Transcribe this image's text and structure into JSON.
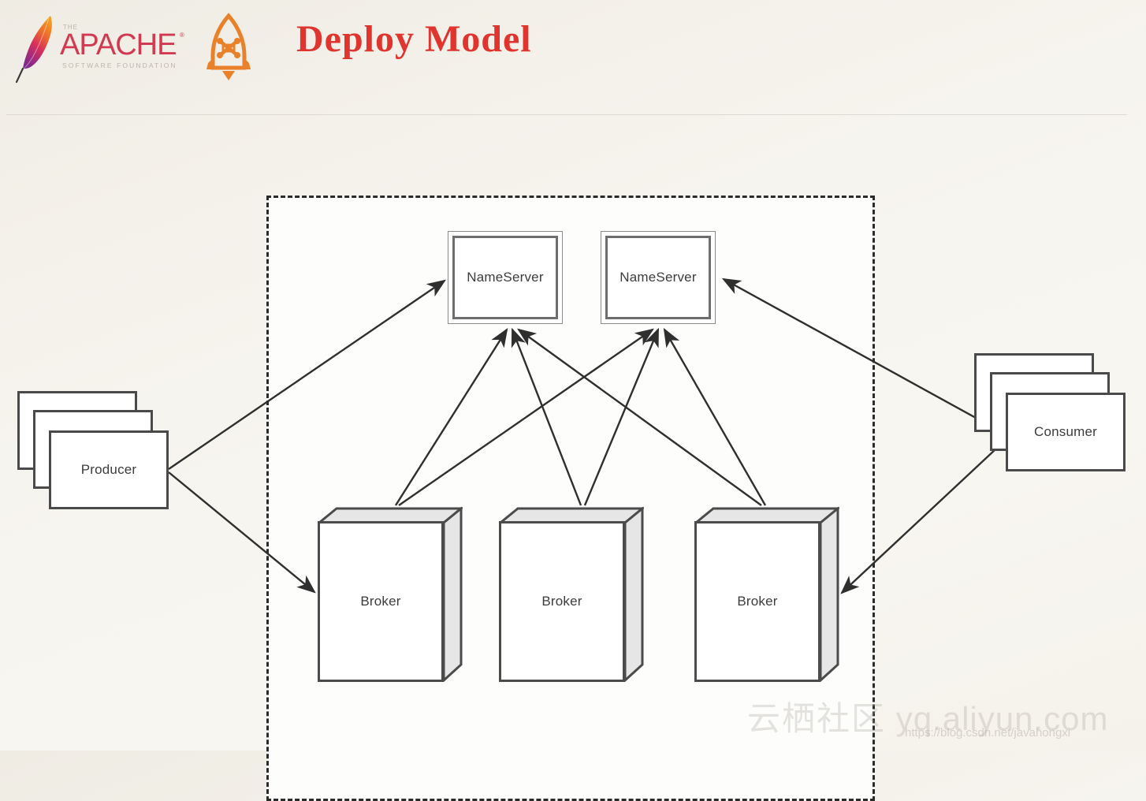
{
  "header": {
    "apache_logo": {
      "the": "THE",
      "name": "APACHE",
      "registered": "®",
      "tagline": "SOFTWARE FOUNDATION",
      "color": "#d23a52"
    },
    "rocketmq_logo": {
      "icon": "rocket-icon",
      "color": "#e8812a"
    },
    "title": "Deploy Model",
    "title_color": "#e0352f"
  },
  "diagram": {
    "cluster_label": "",
    "nameservers": [
      {
        "label": "NameServer"
      },
      {
        "label": "NameServer"
      }
    ],
    "brokers": [
      {
        "label": "Broker"
      },
      {
        "label": "Broker"
      },
      {
        "label": "Broker"
      }
    ],
    "producer": {
      "label": "Producer"
    },
    "consumer": {
      "label": "Consumer"
    },
    "edges": [
      {
        "from": "Producer",
        "to": "NameServer 1",
        "direction": "to"
      },
      {
        "from": "Producer",
        "to": "Broker 1",
        "direction": "to"
      },
      {
        "from": "Broker 1",
        "to": "NameServer 1",
        "direction": "to"
      },
      {
        "from": "Broker 1",
        "to": "NameServer 2",
        "direction": "to"
      },
      {
        "from": "Broker 2",
        "to": "NameServer 1",
        "direction": "to"
      },
      {
        "from": "Broker 2",
        "to": "NameServer 2",
        "direction": "to"
      },
      {
        "from": "Broker 3",
        "to": "NameServer 1",
        "direction": "to"
      },
      {
        "from": "Broker 3",
        "to": "NameServer 2",
        "direction": "to"
      },
      {
        "from": "Consumer",
        "to": "NameServer 2",
        "direction": "to"
      },
      {
        "from": "Consumer",
        "to": "Broker 3",
        "direction": "to"
      }
    ]
  },
  "watermarks": {
    "aliyun_cn": "云栖社区",
    "aliyun_url": "yq.aliyun.com",
    "blog_url": "https://blog.csdn.net/javahongxi"
  }
}
